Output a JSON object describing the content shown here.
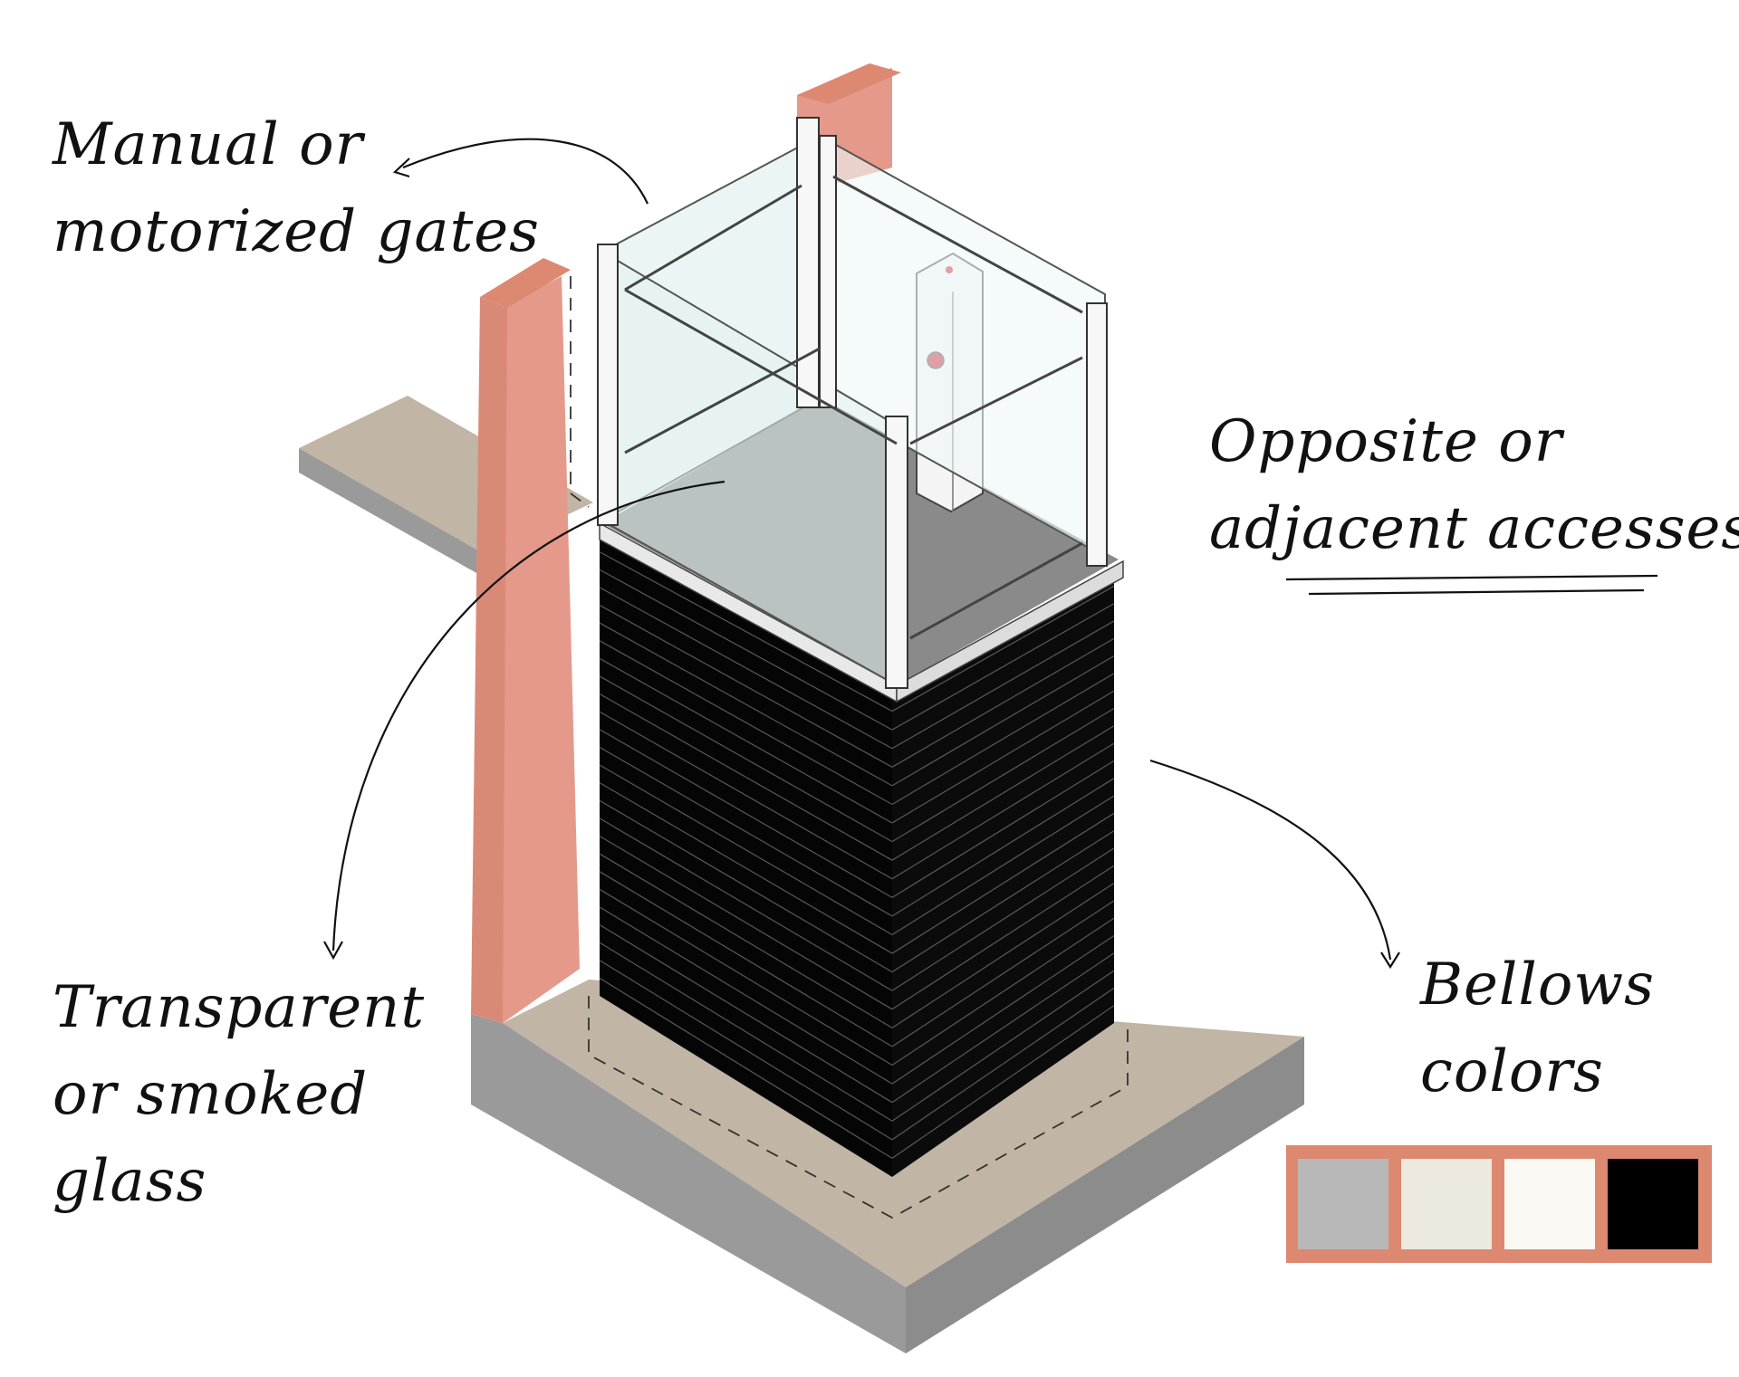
{
  "labels": {
    "gates": [
      "Manual or",
      "motorized gates"
    ],
    "access": [
      "Opposite or",
      "adjacent accesses"
    ],
    "glass": [
      "Transparent",
      "or smoked",
      "glass"
    ],
    "bellows": [
      "Bellows",
      "colors"
    ]
  },
  "bellows_swatches": [
    "#b8b8b8",
    "#ece9df",
    "#fbf9f4",
    "#000000"
  ],
  "colors": {
    "wall": "#e5998a",
    "wall_top": "#dd8870",
    "floor": "#c1b5a5",
    "concrete": "#9a9a9a",
    "bellows": "#050505",
    "glass": "#e9f3f3",
    "platform": "#8a8a8a",
    "swatch_frame": "#dd8870"
  }
}
